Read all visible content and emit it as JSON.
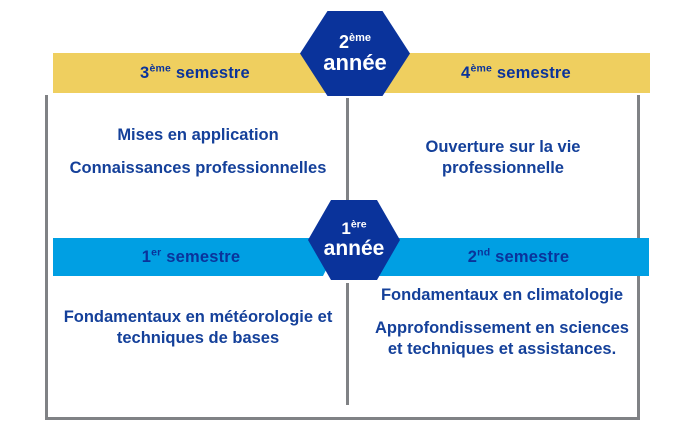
{
  "colors": {
    "navy": "#0A339B",
    "text_blue": "#14409A",
    "yellow": "#EFCF5F",
    "cyan": "#009FE3",
    "rule_gray": "#808285",
    "badge_text": "#FFFFFF",
    "background": "#FFFFFF"
  },
  "years": {
    "second": {
      "ordinal": "2",
      "ordinal_suffix": "ème",
      "label": "année"
    },
    "first": {
      "ordinal": "1",
      "ordinal_suffix": "ère",
      "label": "année"
    }
  },
  "semesters": {
    "s3": {
      "ordinal": "3",
      "ordinal_suffix": "ème",
      "label": "semestre"
    },
    "s4": {
      "ordinal": "4",
      "ordinal_suffix": "ème",
      "label": "semestre"
    },
    "s1": {
      "ordinal": "1",
      "ordinal_suffix": "er",
      "label": "semestre"
    },
    "s2": {
      "ordinal": "2",
      "ordinal_suffix": "nd",
      "label": "semestre"
    }
  },
  "content": {
    "s3": {
      "lines": [
        "Mises en application",
        "Connaissances professionnelles"
      ]
    },
    "s4": {
      "lines": [
        "Ouverture sur la vie professionnelle"
      ]
    },
    "s1": {
      "lines": [
        "Fondamentaux en météorologie et techniques de bases"
      ]
    },
    "s2": {
      "lines": [
        "Fondamentaux en climatologie",
        "Approfondissement en sciences et techniques et assistances."
      ]
    }
  }
}
